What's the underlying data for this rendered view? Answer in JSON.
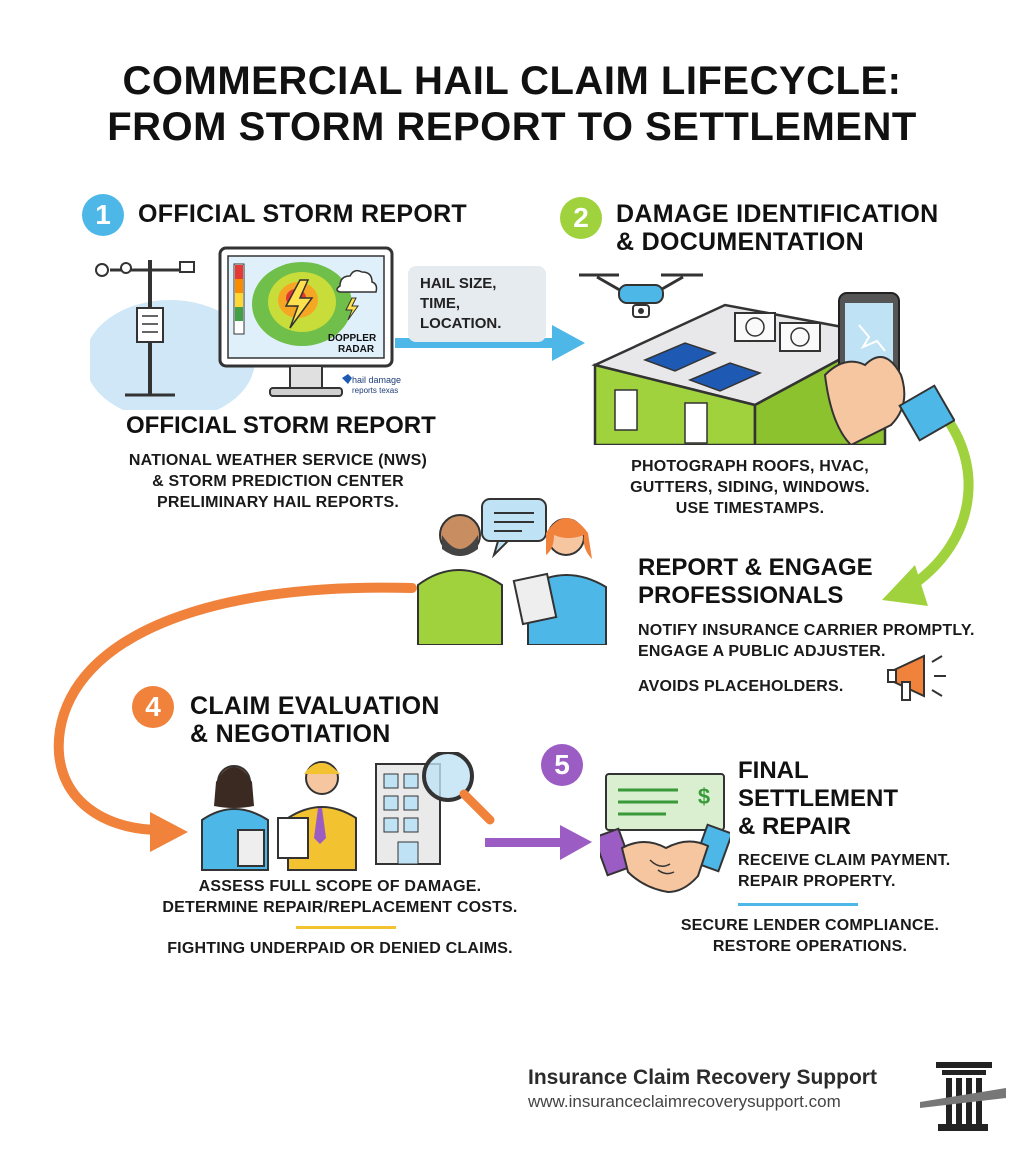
{
  "title_line1": "COMMERCIAL HAIL CLAIM LIFECYCLE:",
  "title_line2": "FROM STORM REPORT TO SETTLEMENT",
  "step1": {
    "number": "1",
    "heading": "OFFICIAL STORM REPORT",
    "callout_line1": "HAIL SIZE,",
    "callout_line2": "TIME, LOCATION.",
    "radar_label_1": "DOPPLER",
    "radar_label_2": "RADAR",
    "monitor_brand_1": "hail damage",
    "monitor_brand_2": "reports texas",
    "subheading": "OFFICIAL STORM REPORT",
    "body": [
      "NATIONAL WEATHER SERVICE (NWS)",
      "& STORM PREDICTION CENTER",
      "PRELIMINARY HAIL REPORTS."
    ]
  },
  "step2": {
    "number": "2",
    "heading_line1": "DAMAGE IDENTIFICATION",
    "heading_line2": "& DOCUMENTATION",
    "body": [
      "PHOTOGRAPH ROOFS, HVAC,",
      "GUTTERS, SIDING, WINDOWS.",
      "USE TIMESTAMPS."
    ]
  },
  "step3": {
    "heading_line1": "REPORT & ENGAGE",
    "heading_line2": "PROFESSIONALS",
    "body": [
      "NOTIFY INSURANCE CARRIER PROMPTLY.",
      "ENGAGE A PUBLIC ADJUSTER."
    ],
    "note": "AVOIDS PLACEHOLDERS."
  },
  "step4": {
    "number": "4",
    "heading_line1": "CLAIM EVALUATION",
    "heading_line2": "& NEGOTIATION",
    "body": [
      "ASSESS FULL SCOPE OF DAMAGE.",
      "DETERMINE REPAIR/REPLACEMENT COSTS."
    ],
    "note": "FIGHTING UNDERPAID OR DENIED CLAIMS."
  },
  "step5": {
    "number": "5",
    "heading_line1": "FINAL",
    "heading_line2": "SETTLEMENT",
    "heading_line3": "& REPAIR",
    "body": [
      "RECEIVE CLAIM PAYMENT.",
      "REPAIR PROPERTY."
    ],
    "note": [
      "SECURE LENDER COMPLIANCE.",
      "RESTORE OPERATIONS."
    ]
  },
  "footer": {
    "name": "Insurance Claim Recovery Support",
    "url": "www.insuranceclaimrecoverysupport.com"
  },
  "colors": {
    "step1": "#4db8e8",
    "step2": "#9fd23c",
    "step4": "#f0823c",
    "step5": "#9b5cc4"
  },
  "icons": [
    "weather-station-icon",
    "monitor-radar-icon",
    "drone-icon",
    "building-roof-icon",
    "smartphone-icon",
    "people-consult-icon",
    "megaphone-icon",
    "people-review-icon",
    "magnifier-building-icon",
    "check-icon",
    "handshake-icon",
    "pillar-logo-icon"
  ]
}
